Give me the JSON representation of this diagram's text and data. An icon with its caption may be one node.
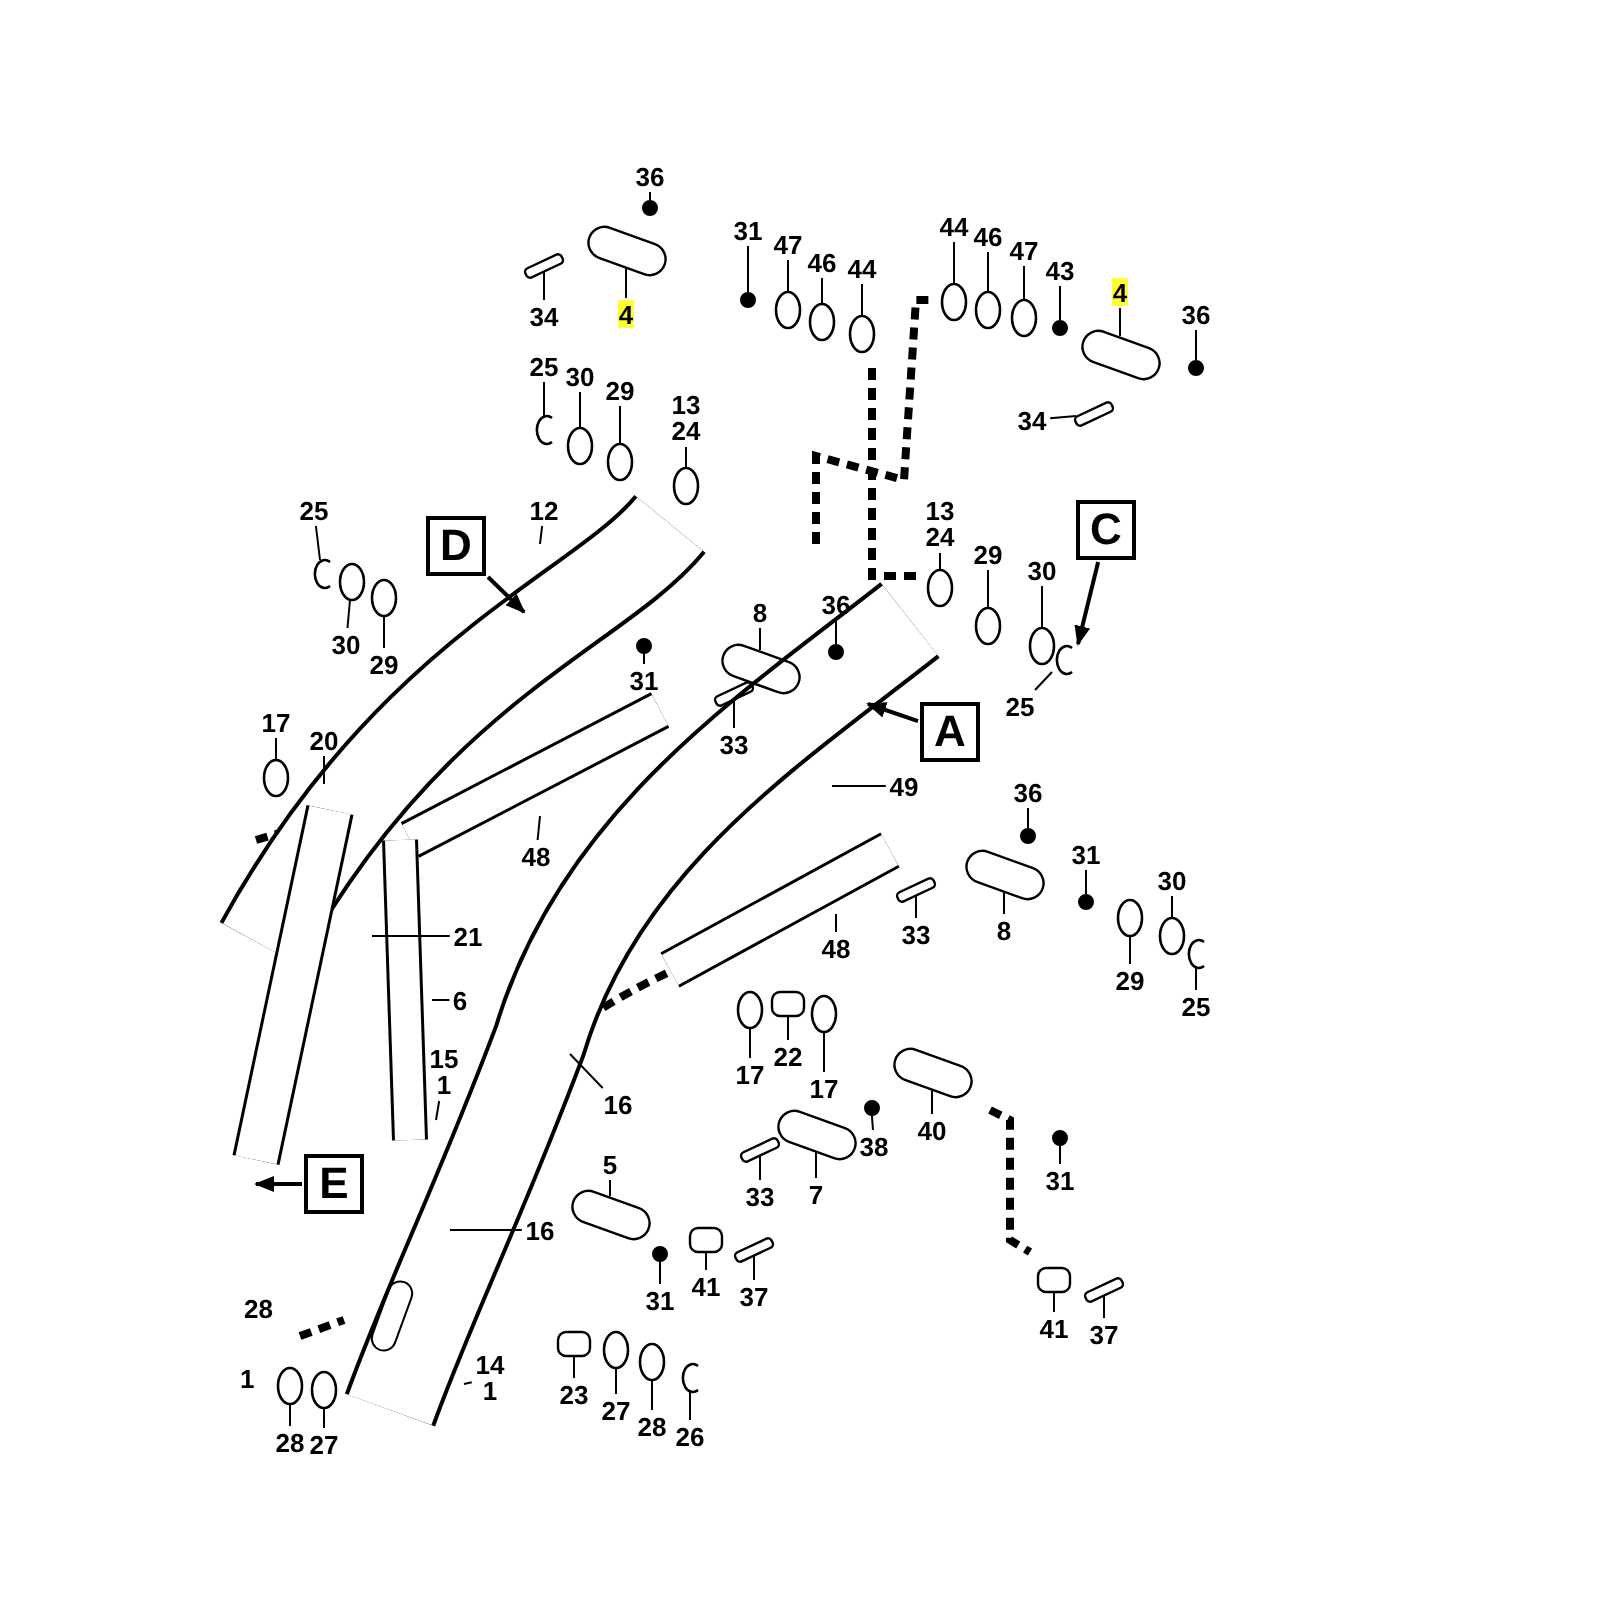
{
  "diagram": {
    "nodes": [
      {
        "text": [
          "36"
        ]
      },
      {
        "text": [
          "34"
        ]
      },
      {
        "text": [
          "4"
        ]
      },
      {
        "text": [
          "31"
        ]
      },
      {
        "text": [
          "47"
        ]
      },
      {
        "text": [
          "46"
        ]
      },
      {
        "text": [
          "44"
        ]
      },
      {
        "text": [
          "44"
        ]
      },
      {
        "text": [
          "46"
        ]
      },
      {
        "text": [
          "47"
        ]
      },
      {
        "text": [
          "43"
        ]
      },
      {
        "text": [
          "4"
        ]
      },
      {
        "text": [
          "36"
        ]
      },
      {
        "text": [
          "34"
        ]
      },
      {
        "text": [
          "25"
        ]
      },
      {
        "text": [
          "30"
        ]
      },
      {
        "text": [
          "29"
        ]
      },
      {
        "text": [
          "13",
          "24"
        ]
      },
      {
        "text": [
          "25"
        ]
      },
      {
        "text": [
          "12"
        ]
      },
      {
        "text": [
          "D"
        ]
      },
      {
        "text": [
          "30"
        ]
      },
      {
        "text": [
          "29"
        ]
      },
      {
        "text": [
          "8"
        ]
      },
      {
        "text": [
          "36"
        ]
      },
      {
        "text": [
          "13",
          "24"
        ]
      },
      {
        "text": [
          "29"
        ]
      },
      {
        "text": [
          "C"
        ]
      },
      {
        "text": [
          "30"
        ]
      },
      {
        "text": [
          "31"
        ]
      },
      {
        "text": [
          "25"
        ]
      },
      {
        "text": [
          "33"
        ]
      },
      {
        "text": [
          "17"
        ]
      },
      {
        "text": [
          "20"
        ]
      },
      {
        "text": [
          "A"
        ]
      },
      {
        "text": [
          "49"
        ]
      },
      {
        "text": [
          "48"
        ]
      },
      {
        "text": [
          "36"
        ]
      },
      {
        "text": [
          "31"
        ]
      },
      {
        "text": [
          "30"
        ]
      },
      {
        "text": [
          "48"
        ]
      },
      {
        "text": [
          "33"
        ]
      },
      {
        "text": [
          "8"
        ]
      },
      {
        "text": [
          "21"
        ]
      },
      {
        "text": [
          "29"
        ]
      },
      {
        "text": [
          "6"
        ]
      },
      {
        "text": [
          "25"
        ]
      },
      {
        "text": [
          "17"
        ]
      },
      {
        "text": [
          "22"
        ]
      },
      {
        "text": [
          "17"
        ]
      },
      {
        "text": [
          "16"
        ]
      },
      {
        "text": [
          "40"
        ]
      },
      {
        "text": [
          "15",
          "1"
        ]
      },
      {
        "text": [
          "38"
        ]
      },
      {
        "text": [
          "33"
        ]
      },
      {
        "text": [
          "7"
        ]
      },
      {
        "text": [
          "31"
        ]
      },
      {
        "text": [
          "E"
        ]
      },
      {
        "text": [
          "5"
        ]
      },
      {
        "text": [
          "16"
        ]
      },
      {
        "text": [
          "41"
        ]
      },
      {
        "text": [
          "31"
        ]
      },
      {
        "text": [
          "37"
        ]
      },
      {
        "text": [
          "41"
        ]
      },
      {
        "text": [
          "37"
        ]
      },
      {
        "text": [
          "14",
          "1"
        ]
      },
      {
        "text": [
          "23"
        ]
      },
      {
        "text": [
          "27"
        ]
      },
      {
        "text": [
          "28"
        ]
      },
      {
        "text": [
          "26"
        ]
      },
      {
        "text": [
          "28"
        ]
      },
      {
        "text": [
          "27"
        ]
      },
      {
        "text": [],
        "shape": "dot"
      },
      {
        "text": [],
        "shape": "bar"
      },
      {
        "text": [],
        "shape": "cylinder"
      },
      {
        "text": [],
        "shape": "dot"
      },
      {
        "text": [],
        "shape": "circle"
      },
      {
        "text": [],
        "shape": "circle"
      },
      {
        "text": [],
        "shape": "circle"
      },
      {
        "text": [],
        "shape": "circle"
      },
      {
        "text": [],
        "shape": "circle"
      },
      {
        "text": [],
        "shape": "circle"
      },
      {
        "text": [],
        "shape": "dot"
      },
      {
        "text": [],
        "shape": "cylinder"
      },
      {
        "text": [],
        "shape": "dot"
      },
      {
        "text": [],
        "shape": "bar"
      },
      {
        "text": [],
        "shape": "arc"
      },
      {
        "text": [],
        "shape": "circle"
      },
      {
        "text": [],
        "shape": "circle"
      },
      {
        "text": [],
        "shape": "circle"
      },
      {
        "text": [],
        "shape": "arc"
      },
      {
        "text": [],
        "shape": "circle"
      },
      {
        "text": [],
        "shape": "circle"
      },
      {
        "text": [],
        "shape": "cylinder"
      },
      {
        "text": [],
        "shape": "dot"
      },
      {
        "text": [],
        "shape": "circle"
      },
      {
        "text": [],
        "shape": "circle"
      },
      {
        "text": [],
        "shape": "circle"
      },
      {
        "text": [],
        "shape": "dot"
      },
      {
        "text": [],
        "shape": "arc"
      },
      {
        "text": [],
        "shape": "bar"
      },
      {
        "text": [],
        "shape": "circle"
      },
      {
        "text": [],
        "shape": "dot"
      },
      {
        "text": [],
        "shape": "dot"
      },
      {
        "text": [],
        "shape": "circle"
      },
      {
        "text": [],
        "shape": "bar"
      },
      {
        "text": [],
        "shape": "cylinder"
      },
      {
        "text": [],
        "shape": "circle"
      },
      {
        "text": [],
        "shape": "arc"
      },
      {
        "text": [],
        "shape": "circle"
      },
      {
        "text": [],
        "shape": "box"
      },
      {
        "text": [],
        "shape": "circle"
      },
      {
        "text": [],
        "shape": "cylinder"
      },
      {
        "text": [],
        "shape": "dot"
      },
      {
        "text": [],
        "shape": "bar"
      },
      {
        "text": [],
        "shape": "cylinder"
      },
      {
        "text": [],
        "shape": "dot"
      },
      {
        "text": [],
        "shape": "cylinder"
      },
      {
        "text": [],
        "shape": "box"
      },
      {
        "text": [],
        "shape": "dot"
      },
      {
        "text": [],
        "shape": "bar"
      },
      {
        "text": [],
        "shape": "box"
      },
      {
        "text": [],
        "shape": "bar"
      },
      {
        "text": [],
        "shape": "box"
      },
      {
        "text": [],
        "shape": "circle"
      },
      {
        "text": [],
        "shape": "circle"
      },
      {
        "text": [],
        "shape": "arc"
      },
      {
        "text": [],
        "shape": "circle"
      },
      {
        "text": [],
        "shape": "circle"
      }
    ],
    "edges": [
      {
        "from": 0,
        "to": 72,
        "arrow": "none"
      },
      {
        "from": 1,
        "to": 73,
        "arrow": "none"
      },
      {
        "from": 2,
        "to": 74,
        "arrow": "none"
      },
      {
        "from": 3,
        "to": 75,
        "arrow": "none"
      },
      {
        "from": 4,
        "to": 76,
        "arrow": "none"
      },
      {
        "from": 5,
        "to": 77,
        "arrow": "none"
      },
      {
        "from": 6,
        "to": 78,
        "arrow": "none"
      },
      {
        "from": 7,
        "to": 79,
        "arrow": "none"
      },
      {
        "from": 8,
        "to": 80,
        "arrow": "none"
      },
      {
        "from": 9,
        "to": 81,
        "arrow": "none"
      },
      {
        "from": 10,
        "to": 82,
        "arrow": "none"
      },
      {
        "from": 11,
        "to": 83,
        "arrow": "none"
      },
      {
        "from": 12,
        "to": 84,
        "arrow": "none"
      },
      {
        "from": 13,
        "to": 85,
        "arrow": "none"
      },
      {
        "from": 14,
        "to": 86,
        "arrow": "none"
      },
      {
        "from": 15,
        "to": 87,
        "arrow": "none"
      },
      {
        "from": 16,
        "to": 88,
        "arrow": "none"
      },
      {
        "from": 17,
        "to": 89,
        "arrow": "none"
      },
      {
        "from": 18,
        "to": 90,
        "arrow": "none"
      },
      {
        "from": 19,
        "to": null,
        "arrow": "none"
      },
      {
        "from": 20,
        "to": null,
        "arrow": "to"
      },
      {
        "from": 21,
        "to": 91,
        "arrow": "none"
      },
      {
        "from": 22,
        "to": 92,
        "arrow": "none"
      },
      {
        "from": 23,
        "to": 93,
        "arrow": "none"
      },
      {
        "from": 24,
        "to": 94,
        "arrow": "none"
      },
      {
        "from": 25,
        "to": 95,
        "arrow": "none"
      },
      {
        "from": 26,
        "to": 96,
        "arrow": "none"
      },
      {
        "from": 27,
        "to": 99,
        "arrow": "to"
      },
      {
        "from": 28,
        "to": 97,
        "arrow": "none"
      },
      {
        "from": 29,
        "to": 98,
        "arrow": "none"
      },
      {
        "from": 30,
        "to": 99,
        "arrow": "none"
      },
      {
        "from": 31,
        "to": 100,
        "arrow": "none"
      },
      {
        "from": 32,
        "to": 101,
        "arrow": "none"
      },
      {
        "from": 33,
        "to": null,
        "arrow": "none"
      },
      {
        "from": 34,
        "to": null,
        "arrow": "to"
      },
      {
        "from": 35,
        "to": null,
        "arrow": "none"
      },
      {
        "from": 36,
        "to": null,
        "arrow": "none"
      },
      {
        "from": 37,
        "to": 102,
        "arrow": "none"
      },
      {
        "from": 38,
        "to": 103,
        "arrow": "none"
      },
      {
        "from": 39,
        "to": 104,
        "arrow": "none"
      },
      {
        "from": 40,
        "to": null,
        "arrow": "none"
      },
      {
        "from": 41,
        "to": 105,
        "arrow": "none"
      },
      {
        "from": 42,
        "to": 106,
        "arrow": "none"
      },
      {
        "from": 43,
        "to": null,
        "arrow": "none"
      },
      {
        "from": 44,
        "to": 107,
        "arrow": "none"
      },
      {
        "from": 45,
        "to": null,
        "arrow": "none"
      },
      {
        "from": 46,
        "to": 108,
        "arrow": "none"
      },
      {
        "from": 47,
        "to": 109,
        "arrow": "none"
      },
      {
        "from": 48,
        "to": 110,
        "arrow": "none"
      },
      {
        "from": 49,
        "to": 111,
        "arrow": "none"
      },
      {
        "from": 50,
        "to": null,
        "arrow": "none"
      },
      {
        "from": 51,
        "to": 112,
        "arrow": "none"
      },
      {
        "from": 52,
        "to": null,
        "arrow": "none"
      },
      {
        "from": 53,
        "to": 113,
        "arrow": "none"
      },
      {
        "from": 54,
        "to": 114,
        "arrow": "none"
      },
      {
        "from": 55,
        "to": 115,
        "arrow": "none"
      },
      {
        "from": 56,
        "to": 116,
        "arrow": "none"
      },
      {
        "from": 57,
        "to": null,
        "arrow": "to"
      },
      {
        "from": 58,
        "to": 117,
        "arrow": "none"
      },
      {
        "from": 59,
        "to": null,
        "arrow": "none"
      },
      {
        "from": 60,
        "to": 118,
        "arrow": "none"
      },
      {
        "from": 61,
        "to": 119,
        "arrow": "none"
      },
      {
        "from": 62,
        "to": 120,
        "arrow": "none"
      },
      {
        "from": 63,
        "to": 121,
        "arrow": "none"
      },
      {
        "from": 64,
        "to": 122,
        "arrow": "none"
      },
      {
        "from": 65,
        "to": null,
        "arrow": "none"
      },
      {
        "from": 66,
        "to": 123,
        "arrow": "none"
      },
      {
        "from": 67,
        "to": 124,
        "arrow": "none"
      },
      {
        "from": 68,
        "to": 125,
        "arrow": "none"
      },
      {
        "from": 69,
        "to": 126,
        "arrow": "none"
      },
      {
        "from": 70,
        "to": 127,
        "arrow": "none"
      },
      {
        "from": 71,
        "to": 128,
        "arrow": "none"
      }
    ],
    "labels": [
      "28",
      "1"
    ]
  }
}
